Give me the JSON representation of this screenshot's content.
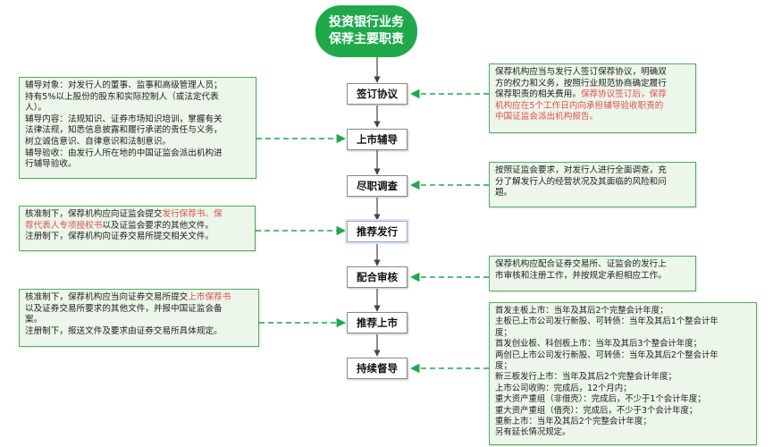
{
  "title": {
    "line1": "投资银行业务",
    "line2": "保荐主要职责"
  },
  "steps": [
    "签订协议",
    "上市辅导",
    "尽职调查",
    "推荐发行",
    "配合审核",
    "推荐上市",
    "持续督导"
  ],
  "notes": {
    "agreement": {
      "l1": "保荐机构应当与发行人签订保荐协议，明确双",
      "l2": "方的权力和义务，按照行业规范协商确定履行",
      "l3": "保荐职责的相关费用。",
      "l3_red": "保荐协议签订后，保荐",
      "l4_red": "机构应在5个工作日内向承担辅导验收职责的",
      "l5_red": "中国证监会派出机构报告。"
    },
    "tutoring": {
      "l1": "辅导对象：对发行人的董事、监事和高级管理人员；",
      "l2": "持有5%以上股份的股东和实际控制人（或法定代表",
      "l3": "人）。",
      "l4": "辅导内容：法规知识、证券市场知识培训，掌握有关",
      "l5": "法律法规，知悉信息披露和履行承诺的责任与义务，",
      "l6": "树立诚信意识、自律意识和法制意识。",
      "l7": "辅导验收：由发行人所在地的中国证监会派出机构进",
      "l8": "行辅导验收。"
    },
    "due_diligence": {
      "l1": "按照证监会要求，对发行人进行全面调查，充",
      "l2": "分了解发行人的经营状况及其面临的风险和问",
      "l3": "题。"
    },
    "recommend_issue": {
      "l1": "核准制下，保荐机构应向证监会提交",
      "l1_red": "发行保荐书、保",
      "l2_red": "荐代表人专项授权书",
      "l2": "以及证监会要求的其他文件。",
      "l3": "注册制下，保荐机构向证券交易所提交相关文件。"
    },
    "review": {
      "l1": "保荐机构应配合证券交易所、证监会的发行上",
      "l2": "市审核和注册工作，并按规定承担相应工作。"
    },
    "recommend_listing": {
      "l1": "核准制下，保荐机构应当向证券交易所提交",
      "l1_red": "上市保荐书",
      "l2": "以及证券交易所要求的其他文件，并报中国证监会备",
      "l3": "案。",
      "l4": "注册制下，报送文件及要求由证券交易所具体规定。"
    },
    "supervision": {
      "l1": "首发主板上市：当年及其后2个完整会计年度；",
      "l2": "主板已上市公司发行新股、可转债：当年及其后1个整会计年",
      "l3": "度；",
      "l4": "首发创业板、科创板上市：当年及其后3个整会计年度；",
      "l5": "两创已上市公司发行新股、可转债：当年及其后2个整会计年",
      "l6": "度；",
      "l7": "新三板发行上市：当年及其后2个完整会计年度；",
      "l8": "上市公司收购：完成后，12个月内；",
      "l9": "重大资产重组（非借壳）：完成后，不少于1个会计年度；",
      "l10": "重大资产重组（借壳）：完成后，不少于3个会计年度；",
      "l11": "重新上市：当年及其后2个完整会计年度；",
      "l12": "另有延长情况规定。"
    }
  },
  "colors": {
    "green": "#1fa94b",
    "note_bg": "#ecf6ea",
    "note_border": "#4fae5c",
    "highlight": "#e0504a"
  }
}
